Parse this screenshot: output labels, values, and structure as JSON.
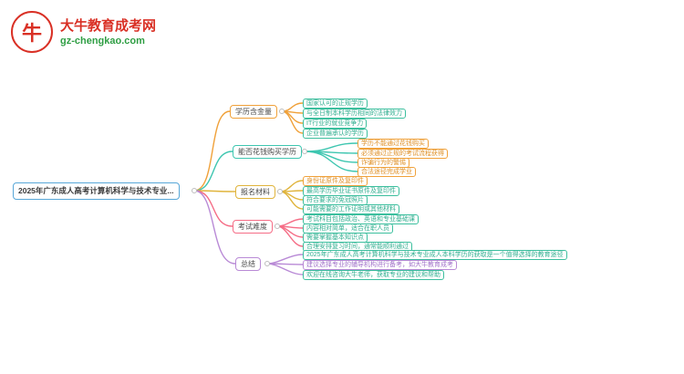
{
  "brand": {
    "name": "大牛教育成考网",
    "domain": "gz-chengkao.com",
    "logo_char": "牛"
  },
  "colors": {
    "root_border": "#58a7d8",
    "branch1": "#f0a13a",
    "branch2": "#3ec6b0",
    "branch3": "#e0b43c",
    "branch4": "#f56d86",
    "branch5": "#b98ad6",
    "child_teal": "#3cbf9e",
    "child_orange": "#f0a13a",
    "child_purple": "#b98ad6"
  },
  "mindmap": {
    "root": {
      "label": "2025年广东成人高考计算机科学与技术专业..."
    },
    "branches": [
      {
        "label": "学历含金量",
        "color": "#f0a13a",
        "children": [
          "国家认可的正规学历",
          "与全日制本科学历相同的法律效力",
          "IT行业的就业竞争力",
          "企业普遍承认的学历"
        ]
      },
      {
        "label": "能否花钱购买学历",
        "color": "#3ec6b0",
        "children": [
          "学历不能通过花钱购买",
          "必须通过正规的考试流程获得",
          "诈骗行为的警惕",
          "合法途径完成学业"
        ]
      },
      {
        "label": "报名材料",
        "color": "#e0b43c",
        "children": [
          "身份证原件及复印件",
          "最高学历毕业证书原件及复印件",
          "符合要求的免冠照片",
          "可能需要的工作证明或其他材料"
        ]
      },
      {
        "label": "考试难度",
        "color": "#f56d86",
        "children": [
          "考试科目包括政治、英语和专业基础课",
          "内容相对简单，适合在职人员",
          "需要掌握基本知识点",
          "合理安排复习时间，通常能顺利通过"
        ]
      },
      {
        "label": "总结",
        "color": "#b98ad6",
        "children": [
          "2025年广东成人高考计算机科学与技术专业成人本科学历的获取是一个值得选择的教育途径",
          "建议选择专业的辅导机构进行备考，如大牛教育成考",
          "欢迎在线咨询大牛老师，获取专业的建议和帮助"
        ]
      }
    ]
  }
}
